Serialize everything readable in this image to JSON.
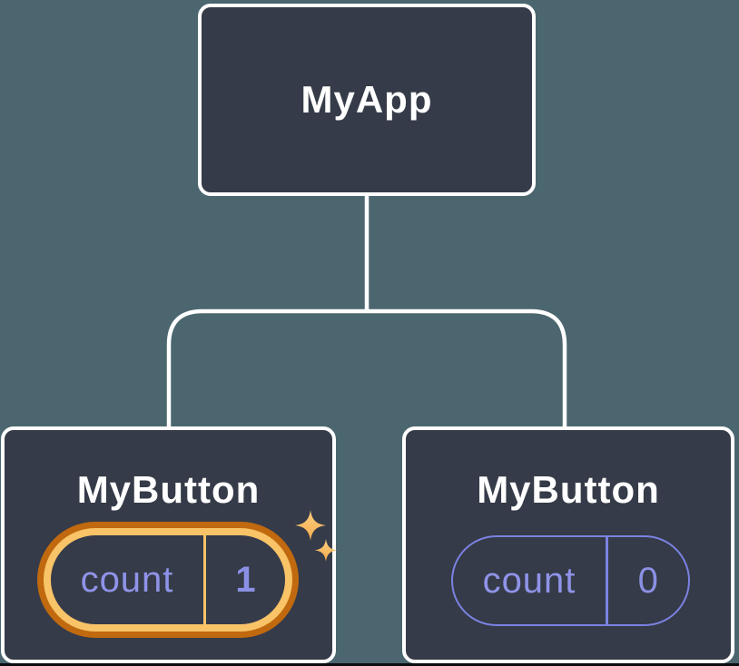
{
  "diagram": {
    "description": "React component tree with state",
    "root": {
      "label": "MyApp"
    },
    "children": [
      {
        "label": "MyButton",
        "state": {
          "key": "count",
          "value": "1",
          "highlighted": true
        }
      },
      {
        "label": "MyButton",
        "state": {
          "key": "count",
          "value": "0",
          "highlighted": false
        }
      }
    ]
  },
  "colors": {
    "background": "#4b666f",
    "node_fill": "#353b48",
    "node_border": "#ffffff",
    "state_text_purple": "#8f93e8",
    "pill_border_purple": "#7b82e2",
    "highlight_ring_outer_orange": "#c0690f",
    "highlight_ring_gold": "#f9c368",
    "sparkle_gold": "#f9c46b"
  }
}
